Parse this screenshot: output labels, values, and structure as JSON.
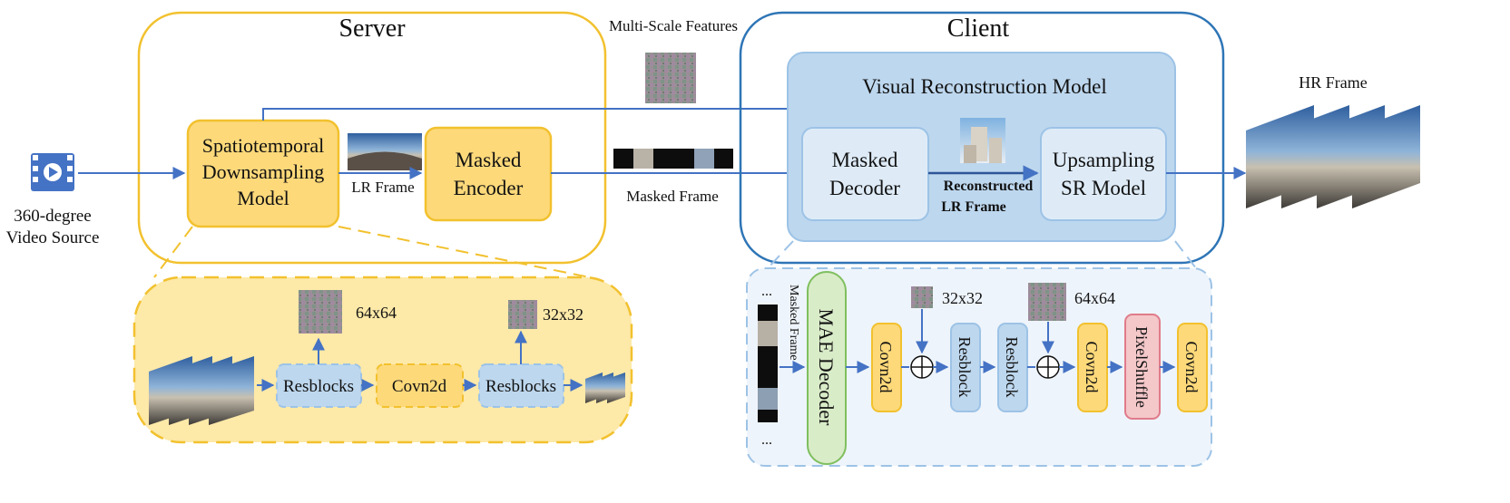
{
  "diagram": {
    "source": {
      "label_line1": "360-degree",
      "label_line2": "Video Source"
    },
    "server": {
      "title": "Server",
      "spatiotemporal_model": {
        "line1": "Spatiotemporal",
        "line2": "Downsampling",
        "line3": "Model"
      },
      "lr_frame_label": "LR Frame",
      "masked_encoder": {
        "line1": "Masked",
        "line2": "Encoder"
      },
      "detail": {
        "resblocks_1": "Resblocks",
        "covn2d": "Covn2d",
        "resblocks_2": "Resblocks",
        "feat_1": "64x64",
        "feat_2": "32x32"
      }
    },
    "middle": {
      "multi_scale_features": "Multi-Scale Features",
      "masked_frame": "Masked Frame"
    },
    "client": {
      "title": "Client",
      "vrm_title": "Visual Reconstruction Model",
      "masked_decoder": {
        "line1": "Masked",
        "line2": "Decoder"
      },
      "reconstructed": {
        "line1": "Reconstructed",
        "line2": "LR Frame"
      },
      "upsampling": {
        "line1": "Upsampling",
        "line2": "SR Model"
      },
      "detail": {
        "masked_frame_vertical": "Masked Frame",
        "ellipsis": "...",
        "mae_decoder": "MAE Decoder",
        "covn2d_1": "Covn2d",
        "resblock_1": "Resblock",
        "resblock_2": "Resblock",
        "covn2d_2": "Covn2d",
        "pixelshuffle": "PixelShuffle",
        "covn2d_3": "Covn2d",
        "feat_1": "32x32",
        "feat_2": "64x64"
      }
    },
    "hr_frame": "HR Frame",
    "colors": {
      "server_border": "#f2c12e",
      "server_fill": "#fde9a8",
      "box_fill": "#fdd97a",
      "client_border": "#2e75b6",
      "client_fill": "#bdd7ee",
      "client_inner": "#deebf7",
      "arrow": "#4472c4",
      "mae_fill": "#d9ecc8",
      "mae_border": "#7fbf5f",
      "pixelshuffle_fill": "#f4c7c9",
      "pixelshuffle_border": "#e07b8a"
    }
  }
}
